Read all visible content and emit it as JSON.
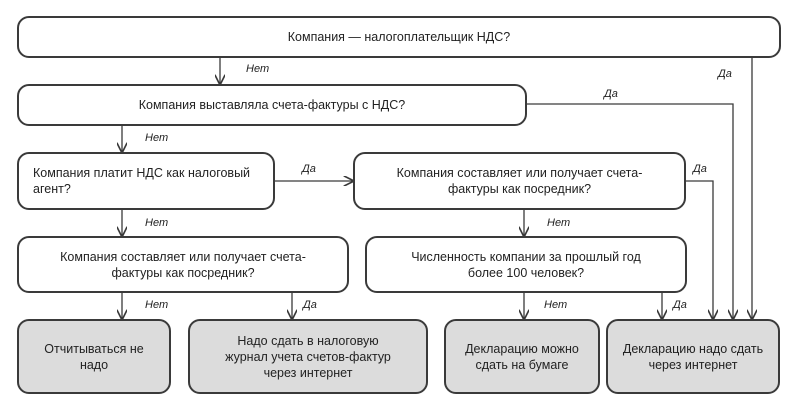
{
  "nodes": {
    "q1": "Компания — налогоплательщик НДС?",
    "q2": "Компания выставляла счета-фактуры с НДС?",
    "q3": "Компания платит НДС как налоговый агент?",
    "q4": "Компания составляет или получает счета-фактуры как посредник?",
    "q5": "Компания составляет или получает счета-фактуры как посредник?",
    "q6": "Численность компании за прошлый год более 100 человек?",
    "r1": "Отчитываться не надо",
    "r2": "Надо сдать в налоговую журнал учета счетов-фактур через интернет",
    "r3": "Декларацию можно сдать на бумаге",
    "r4": "Декларацию надо сдать через интернет"
  },
  "labels": {
    "no": "Нет",
    "yes": "Да"
  }
}
